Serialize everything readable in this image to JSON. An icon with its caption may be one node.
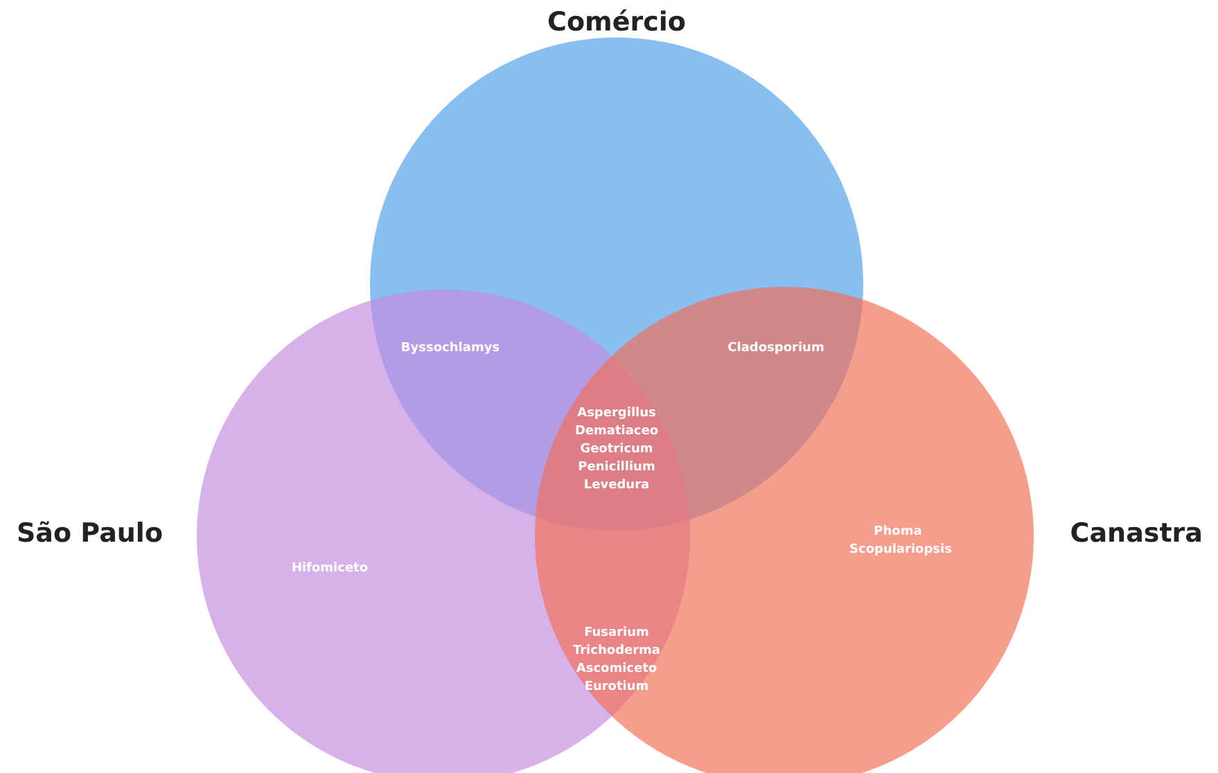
{
  "diagram": {
    "nodes": [
      {
        "text": [
          "Comércio"
        ]
      },
      {
        "text": [
          "São Paulo"
        ]
      },
      {
        "text": [
          "Canastra"
        ]
      }
    ],
    "edges": [],
    "labels": [
      "Byssochlamys",
      "Cladosporium",
      "Aspergillus Dematiaceo Geotricum Penicillium Levedura",
      "Hifomiceto",
      "Phoma Scopulariopsis",
      "Fusarium Trichoderma Ascomiceto Eurotium"
    ]
  }
}
